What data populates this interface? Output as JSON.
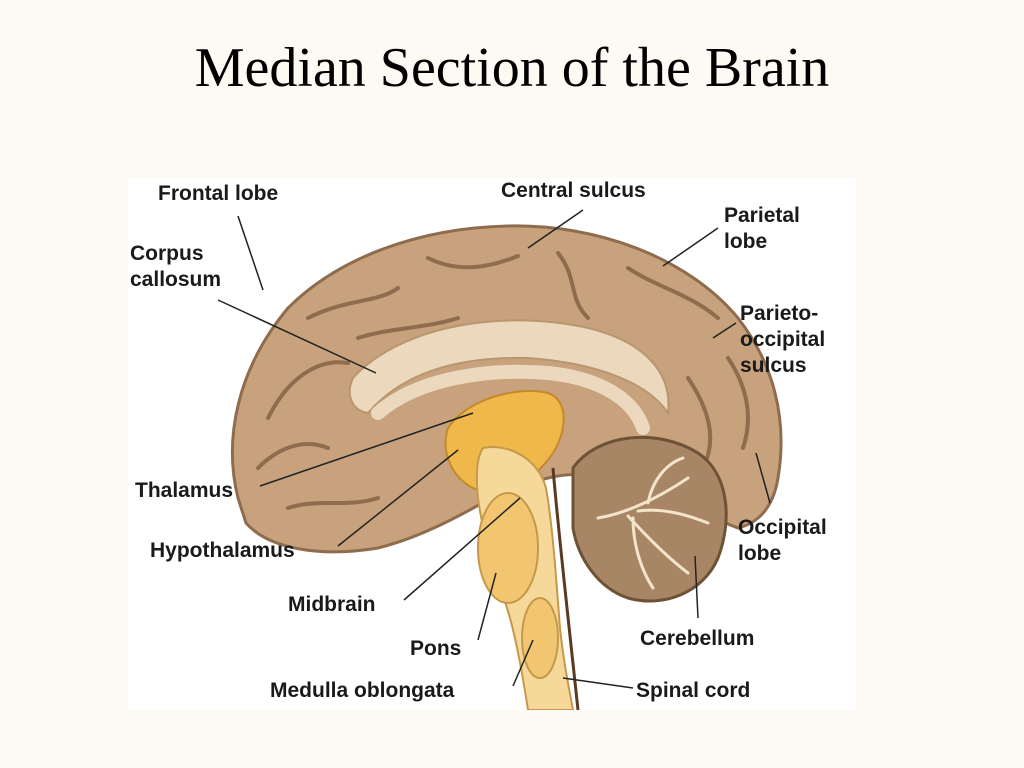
{
  "title": "Median Section of the Brain",
  "colors": {
    "background": "#fdfaf3",
    "cortex": "#c7a27c",
    "cortex_dark": "#8e6c4d",
    "white_matter": "#ecd9bd",
    "diencephalon": "#f0b84a",
    "brainstem": "#f6d89a",
    "cerebellum": "#a88665"
  },
  "labels": {
    "frontal_lobe": "Frontal lobe",
    "central_sulcus": "Central sulcus",
    "parietal_lobe": [
      "Parietal",
      "lobe"
    ],
    "corpus_callosum": [
      "Corpus",
      "callosum"
    ],
    "parieto_occipital_sulcus": [
      "Parieto-",
      "occipital",
      "sulcus"
    ],
    "thalamus": "Thalamus",
    "hypothalamus": "Hypothalamus",
    "midbrain": "Midbrain",
    "pons": "Pons",
    "medulla_oblongata": "Medulla oblongata",
    "occipital_lobe": [
      "Occipital",
      "lobe"
    ],
    "cerebellum": "Cerebellum",
    "spinal_cord": "Spinal cord"
  }
}
